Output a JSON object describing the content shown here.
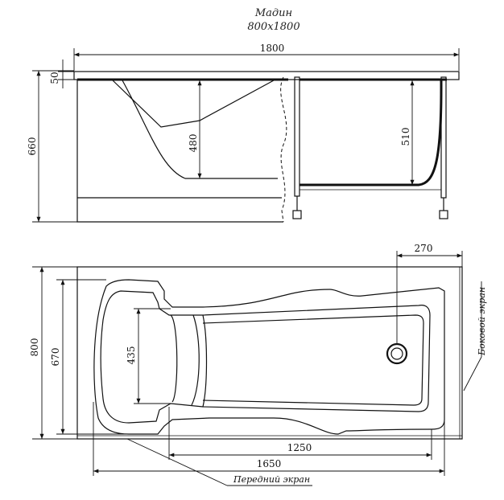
{
  "title": {
    "name": "Мадин",
    "size": "800x1800"
  },
  "side_view": {
    "dimensions": {
      "overall_length": "1800",
      "height": "660",
      "rim": "50",
      "depth_left": "480",
      "depth_right": "510"
    }
  },
  "top_view": {
    "dimensions": {
      "width": "800",
      "inner_width": "670",
      "headrest": "435",
      "drain_offset": "270",
      "bottom_length": "1250",
      "inner_length": "1650"
    },
    "callouts": {
      "front_panel": "Передний экран",
      "side_panel": "Боковой экран"
    }
  }
}
